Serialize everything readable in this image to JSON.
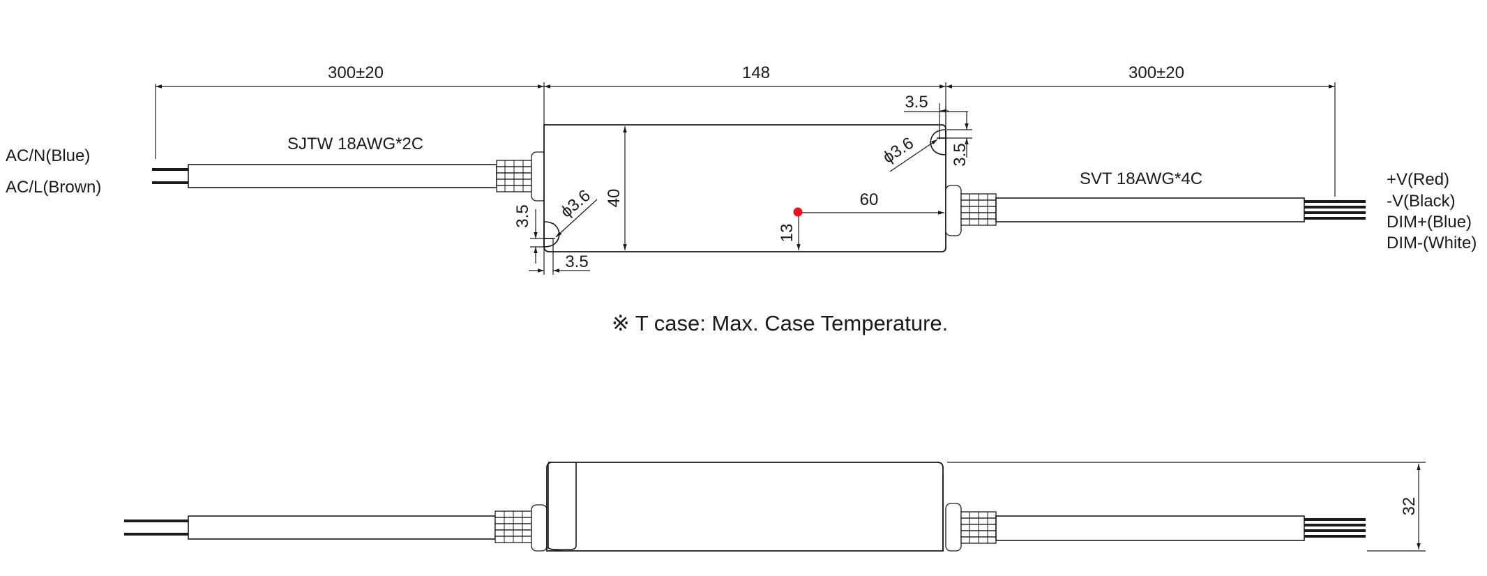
{
  "dimensions": {
    "left_cable_length": "300±20",
    "body_length": "148",
    "right_cable_length": "300±20",
    "body_width": "40",
    "body_height": "32",
    "tcase_x": "60",
    "tcase_y": "13",
    "hole_offset_top_x": "3.5",
    "hole_offset_top_y": "3.5",
    "hole_offset_bottom_x": "3.5",
    "hole_offset_bottom_y": "3.5",
    "hole_diameter_top": "ϕ3.6",
    "hole_diameter_bottom": "ϕ3.6"
  },
  "labels": {
    "input_cable": "SJTW  18AWG*2C",
    "output_cable": "SVT  18AWG*4C",
    "input_wires": [
      "AC/N(Blue)",
      "AC/L(Brown)"
    ],
    "output_wires": [
      "+V(Red)",
      "-V(Black)",
      "DIM+(Blue)",
      "DIM-(White)"
    ]
  },
  "note": "※ T case: Max. Case Temperature.",
  "colors": {
    "line": "#1a1a1a",
    "tcase_marker": "#e0141e",
    "background": "#ffffff"
  }
}
